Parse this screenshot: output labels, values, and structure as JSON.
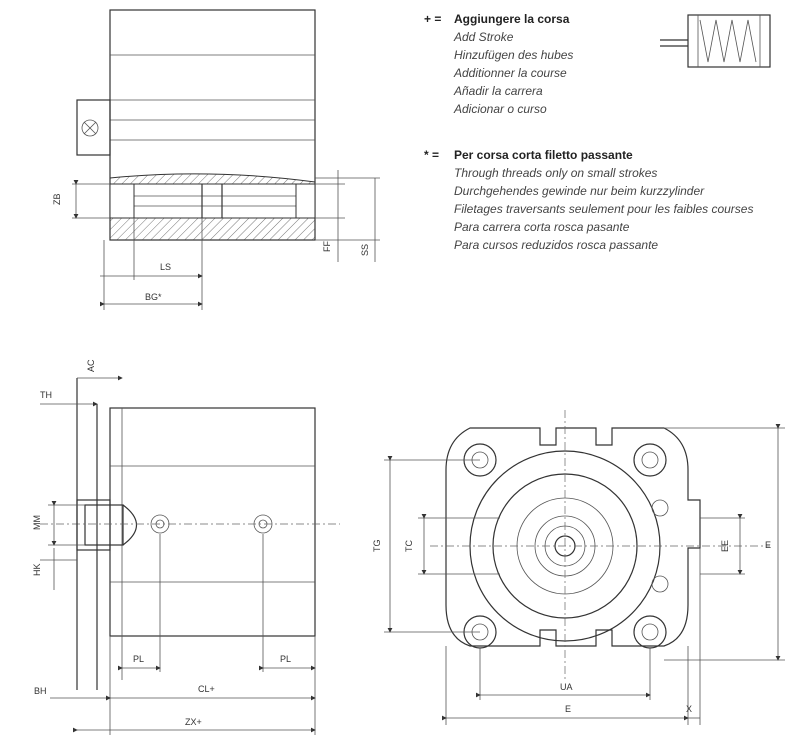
{
  "legend_add_stroke": {
    "symbol": "+ =",
    "title": "Aggiungere la corsa",
    "translations": [
      "Add Stroke",
      "Hinzufügen des hubes",
      "Additionner la course",
      "Añadir la carrera",
      "Adicionar o curso"
    ]
  },
  "legend_through_thread": {
    "symbol": "* =",
    "title": "Per corsa corta filetto passante",
    "translations": [
      "Through threads only on small strokes",
      "Durchgehendes gewinde nur beim kurzzylinder",
      "Filetages traversants seulement pour les faibles courses",
      "Para carrera corta rosca pasante",
      "Para cursos reduzidos rosca passante"
    ]
  },
  "dims": {
    "top_zb": "ZB",
    "top_ls": "LS",
    "top_bg": "BG*",
    "top_ff": "FF",
    "top_ss": "SS",
    "side_ac": "AC",
    "side_th": "TH",
    "side_mm": "MM",
    "side_hk": "HK",
    "side_pl": "PL",
    "side_pl2": "PL",
    "side_bh": "BH",
    "side_cl": "CL+",
    "side_zx": "ZX+",
    "front_e": "E",
    "front_e2": "E",
    "front_tg": "TG",
    "front_tc": "TC",
    "front_ee": "EE",
    "front_ua": "UA",
    "front_xx": "X"
  }
}
